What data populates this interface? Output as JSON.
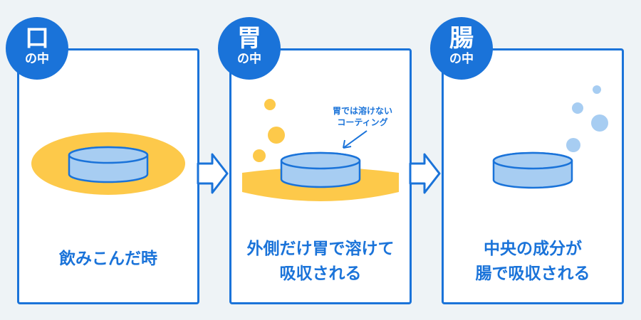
{
  "colors": {
    "accent": "#1a73d9",
    "coating": "#fdc94a",
    "tablet": "#a7cdf2",
    "bubble": "#a7cdf2",
    "background": "#eef3f6"
  },
  "panels": [
    {
      "badge_kanji": "口",
      "badge_sub": "の中",
      "caption_lines": [
        "飲みこんだ時"
      ]
    },
    {
      "badge_kanji": "胃",
      "badge_sub": "の中",
      "caption_lines": [
        "外側だけ胃で溶けて",
        "吸収される"
      ],
      "annotation_lines": [
        "胃では溶けない",
        "コーティング"
      ]
    },
    {
      "badge_kanji": "腸",
      "badge_sub": "の中",
      "caption_lines": [
        "中央の成分が",
        "腸で吸収される"
      ]
    }
  ]
}
